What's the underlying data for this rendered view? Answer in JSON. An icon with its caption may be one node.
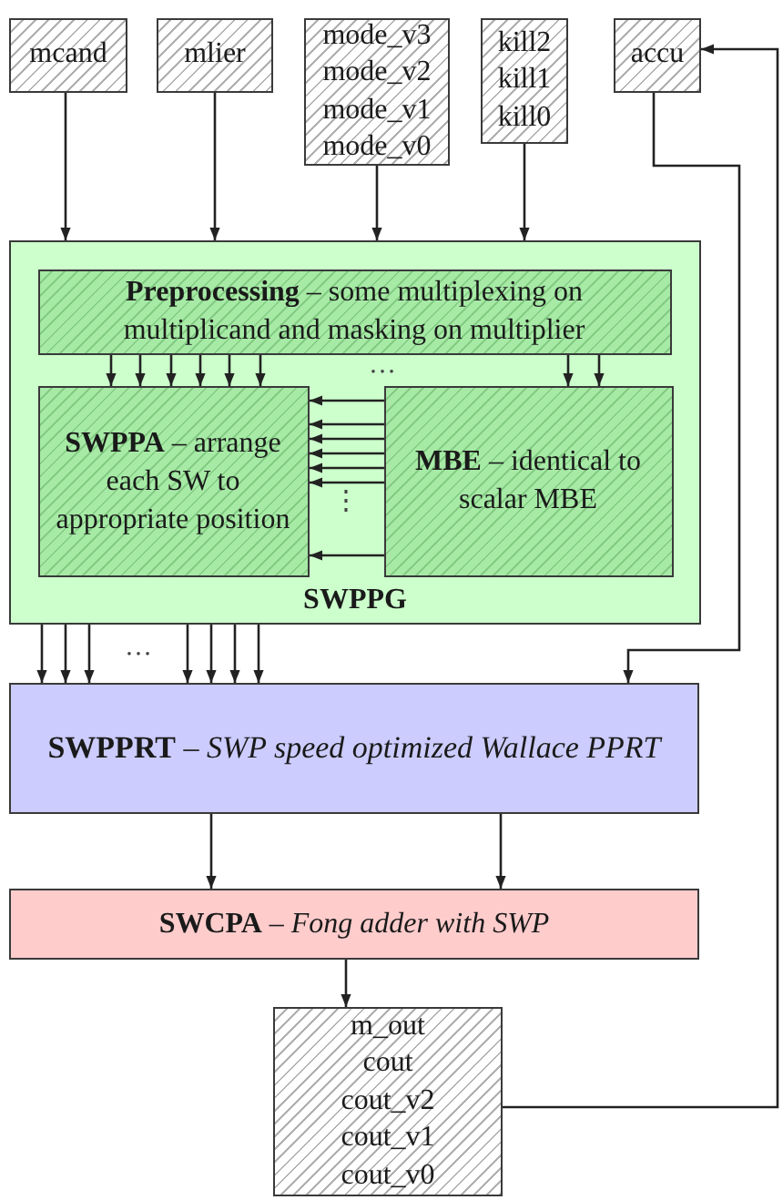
{
  "diagram": {
    "nodes": [
      {
        "text": [
          "mcand"
        ]
      },
      {
        "text": [
          "mlier"
        ]
      },
      {
        "text": [
          "mode_v3",
          "mode_v2",
          "mode_v1",
          "mode_v0"
        ]
      },
      {
        "text": [
          "kill2",
          "kill1",
          "kill0"
        ]
      },
      {
        "text": [
          "accu"
        ]
      },
      {
        "text": [
          "SWPPG"
        ]
      },
      {
        "text": [
          "**Preprocessing** – some multiplexing on multiplicand and masking on multiplier"
        ],
        "in": 5
      },
      {
        "text": [
          "**SWPPA** – arrange each SW to appropriate position"
        ],
        "in": 5
      },
      {
        "text": [
          "**MBE** – identical to scalar MBE"
        ],
        "in": 5
      },
      {
        "text": [
          "**SWPPRT** – *SWP speed optimized Wallace PPRT*"
        ]
      },
      {
        "text": [
          "**SWCPA** – *Fong adder with SWP*"
        ]
      },
      {
        "text": [
          "m_out",
          "cout",
          "cout_v2",
          "cout_v1",
          "cout_v0"
        ]
      }
    ],
    "edges": [
      {
        "from": 0,
        "to": 5,
        "arrow": "to"
      },
      {
        "from": 1,
        "to": 5,
        "arrow": "to"
      },
      {
        "from": 2,
        "to": 5,
        "arrow": "to"
      },
      {
        "from": 3,
        "to": 5,
        "arrow": "to"
      },
      {
        "from": 6,
        "to": 7,
        "arrow": "to"
      },
      {
        "from": 6,
        "to": 7,
        "arrow": "to"
      },
      {
        "from": 6,
        "to": 7,
        "arrow": "to"
      },
      {
        "from": 6,
        "to": 7,
        "arrow": "to"
      },
      {
        "from": 6,
        "to": 7,
        "arrow": "to"
      },
      {
        "from": 6,
        "to": 7,
        "arrow": "to"
      },
      {
        "from": 6,
        "to": 8,
        "arrow": "to"
      },
      {
        "from": 6,
        "to": 8,
        "arrow": "to"
      },
      {
        "from": 8,
        "to": 7,
        "arrow": "to"
      },
      {
        "from": 8,
        "to": 7,
        "arrow": "to"
      },
      {
        "from": 8,
        "to": 7,
        "arrow": "to"
      },
      {
        "from": 8,
        "to": 7,
        "arrow": "to"
      },
      {
        "from": 8,
        "to": 7,
        "arrow": "to"
      },
      {
        "from": 8,
        "to": 7,
        "arrow": "to"
      },
      {
        "from": 8,
        "to": 7,
        "arrow": "to"
      },
      {
        "from": 5,
        "to": 9,
        "arrow": "to"
      },
      {
        "from": 5,
        "to": 9,
        "arrow": "to"
      },
      {
        "from": 5,
        "to": 9,
        "arrow": "to"
      },
      {
        "from": 5,
        "to": 9,
        "arrow": "to"
      },
      {
        "from": 5,
        "to": 9,
        "arrow": "to"
      },
      {
        "from": 5,
        "to": 9,
        "arrow": "to"
      },
      {
        "from": 5,
        "to": 9,
        "arrow": "to"
      },
      {
        "from": 4,
        "to": 9,
        "arrow": "to"
      },
      {
        "from": 9,
        "to": 10,
        "arrow": "to"
      },
      {
        "from": 9,
        "to": 10,
        "arrow": "to"
      },
      {
        "from": 10,
        "to": 11,
        "arrow": "to"
      },
      {
        "from": 11,
        "to": 4,
        "arrow": "to"
      }
    ],
    "labels": [
      "…",
      "⋮",
      "…"
    ]
  }
}
